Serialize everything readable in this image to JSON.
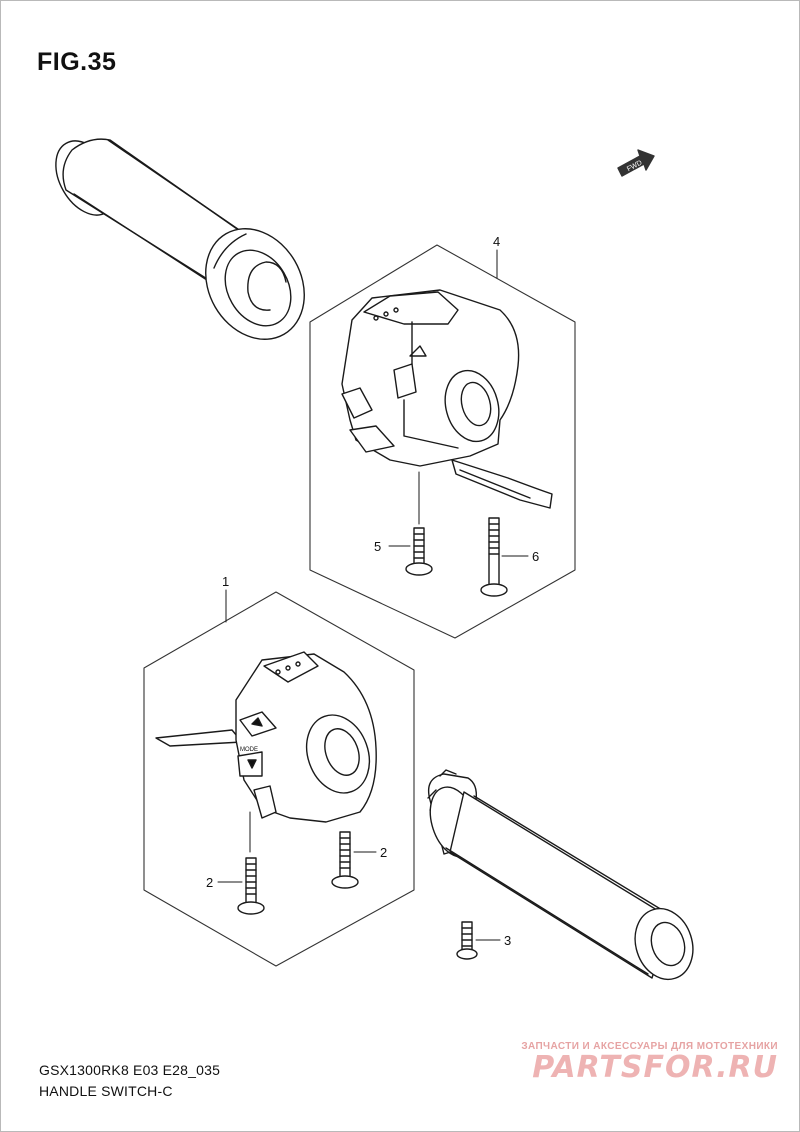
{
  "figure": {
    "title": "FIG.35"
  },
  "fwd_label": "FWD",
  "callouts": [
    {
      "id": "4",
      "text": "4"
    },
    {
      "id": "5",
      "text": "5"
    },
    {
      "id": "6",
      "text": "6"
    },
    {
      "id": "1",
      "text": "1"
    },
    {
      "id": "2a",
      "text": "2"
    },
    {
      "id": "2b",
      "text": "2"
    },
    {
      "id": "3",
      "text": "3"
    }
  ],
  "switch_markings": {
    "mode": "MODE"
  },
  "footer": {
    "model_code": "GSX1300RK8 E03 E28_035",
    "part_name": "HANDLE SWITCH-C"
  },
  "watermark": {
    "tagline": "ЗАПЧАСТИ И АКСЕССУАРЫ ДЛЯ МОТОТЕХНИКИ",
    "logo": "PARTSFOR.RU"
  }
}
